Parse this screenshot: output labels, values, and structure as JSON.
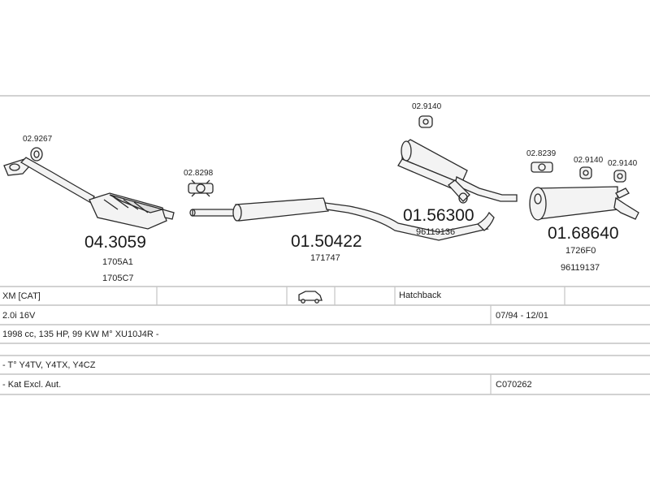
{
  "parts": [
    {
      "number": "04.3059",
      "refs": [
        "1705A1",
        "1705C7"
      ]
    },
    {
      "number": "01.50422",
      "refs": [
        "171747"
      ]
    },
    {
      "number": "01.56300",
      "refs": [
        "96119136"
      ]
    },
    {
      "number": "01.68640",
      "refs": [
        "1726F0",
        "96119137"
      ]
    }
  ],
  "accessories": [
    "02.9267",
    "02.8298",
    "02.9140",
    "02.8239",
    "02.9140",
    "02.9140"
  ],
  "table": {
    "model": "XM  [CAT]",
    "body_type": "Hatchback",
    "engine": "2.0i 16V",
    "period": "07/94 - 12/01",
    "specs": "1998 cc, 135 HP, 99 KW M° XU10J4R -",
    "row4": "",
    "types": "- T° Y4TV, Y4TX, Y4CZ",
    "note": "- Kat Excl. Aut.",
    "code": "C070262"
  },
  "icons": {
    "car": "car-icon"
  }
}
